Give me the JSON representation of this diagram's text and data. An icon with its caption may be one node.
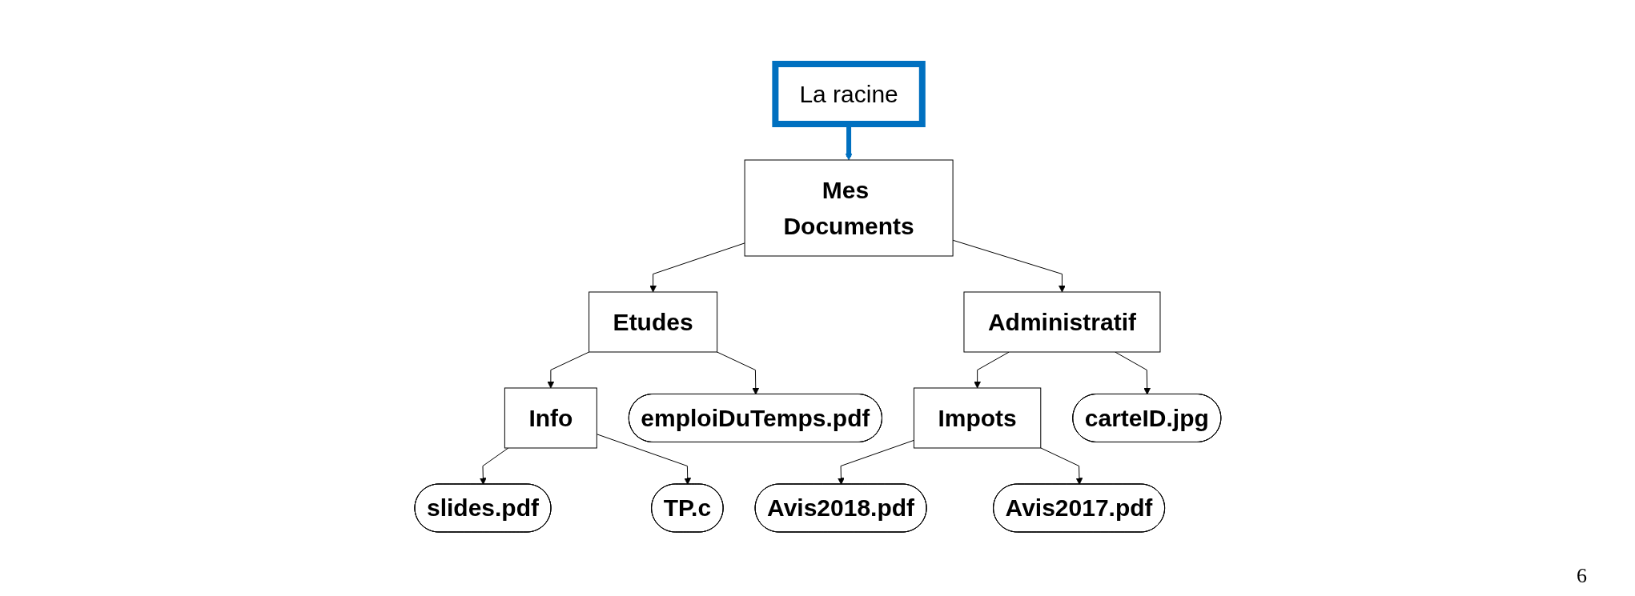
{
  "diagram": {
    "nodes": [
      {
        "text": [
          "La racine"
        ]
      },
      {
        "text": [
          "Mes Documents"
        ]
      },
      {
        "text": [
          "Etudes"
        ]
      },
      {
        "text": [
          "Administratif"
        ]
      },
      {
        "text": [
          "Info"
        ]
      },
      {
        "text": [
          "emploiDuTemps.pdf"
        ]
      },
      {
        "text": [
          "Impots"
        ]
      },
      {
        "text": [
          "carteID.jpg"
        ]
      },
      {
        "text": [
          "slides.pdf"
        ]
      },
      {
        "text": [
          "TP.c"
        ]
      },
      {
        "text": [
          "Avis2018.pdf"
        ]
      },
      {
        "text": [
          "Avis2017.pdf"
        ]
      }
    ],
    "edges": [
      {
        "from": 0,
        "to": 1,
        "arrow": "to",
        "style": "thick",
        "color": "#0070c0"
      },
      {
        "from": 1,
        "to": 2,
        "arrow": "to"
      },
      {
        "from": 1,
        "to": 3,
        "arrow": "to"
      },
      {
        "from": 2,
        "to": 4,
        "arrow": "to"
      },
      {
        "from": 2,
        "to": 5,
        "arrow": "to"
      },
      {
        "from": 3,
        "to": 6,
        "arrow": "to"
      },
      {
        "from": 3,
        "to": 7,
        "arrow": "to"
      },
      {
        "from": 4,
        "to": 8,
        "arrow": "to"
      },
      {
        "from": 4,
        "to": 9,
        "arrow": "to"
      },
      {
        "from": 6,
        "to": 10,
        "arrow": "to"
      },
      {
        "from": 6,
        "to": 11,
        "arrow": "to"
      }
    ],
    "labels": [
      "6"
    ]
  }
}
